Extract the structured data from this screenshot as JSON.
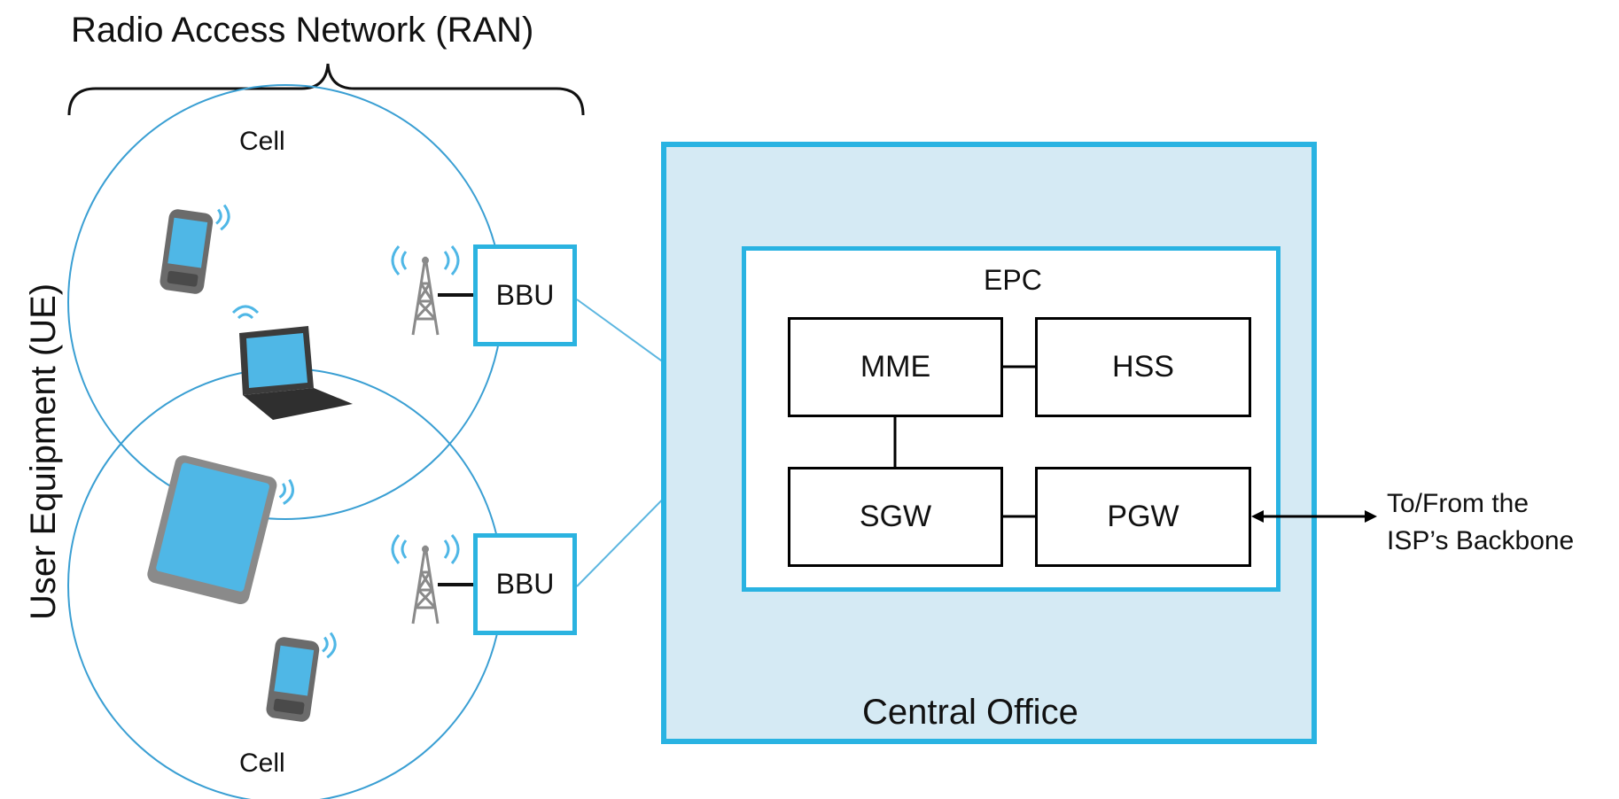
{
  "diagram": {
    "ran_title": "Radio Access Network (RAN)",
    "ue_label": "User Equipment (UE)",
    "cells": [
      "Cell",
      "Cell"
    ],
    "bbu_labels": [
      "BBU",
      "BBU"
    ],
    "central_office": "Central Office",
    "epc": "EPC",
    "nodes": {
      "mme": "MME",
      "hss": "HSS",
      "sgw": "SGW",
      "pgw": "PGW"
    },
    "backbone": [
      "To/From the",
      "ISP’s Backbone"
    ]
  },
  "colors": {
    "accent_blue": "#2bb3e0",
    "office_fill": "#d5eaf4",
    "device_screen": "#4fb7e6"
  },
  "icons": [
    "phone-icon",
    "laptop-icon",
    "tablet-icon",
    "cell-tower-icon"
  ]
}
